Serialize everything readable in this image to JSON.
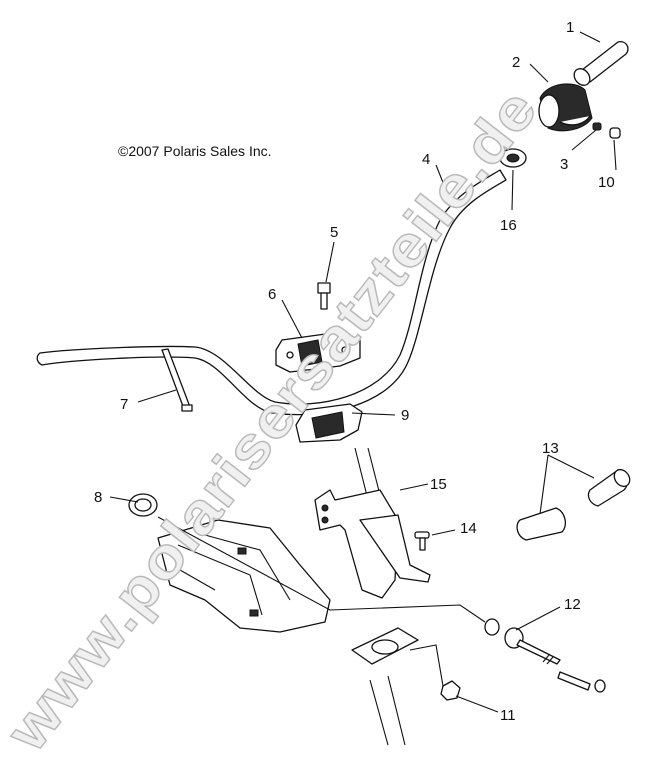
{
  "copyright": "©2007 Polaris Sales Inc.",
  "watermark": "www.polarisersatzteile.de",
  "callouts": [
    {
      "id": "1",
      "label": "1"
    },
    {
      "id": "2",
      "label": "2"
    },
    {
      "id": "3",
      "label": "3"
    },
    {
      "id": "4",
      "label": "4"
    },
    {
      "id": "5",
      "label": "5"
    },
    {
      "id": "6",
      "label": "6"
    },
    {
      "id": "7",
      "label": "7"
    },
    {
      "id": "8",
      "label": "8"
    },
    {
      "id": "9",
      "label": "9"
    },
    {
      "id": "10",
      "label": "10"
    },
    {
      "id": "11",
      "label": "11"
    },
    {
      "id": "12",
      "label": "12"
    },
    {
      "id": "13",
      "label": "13"
    },
    {
      "id": "14",
      "label": "14"
    },
    {
      "id": "15",
      "label": "15"
    },
    {
      "id": "16",
      "label": "16"
    }
  ]
}
